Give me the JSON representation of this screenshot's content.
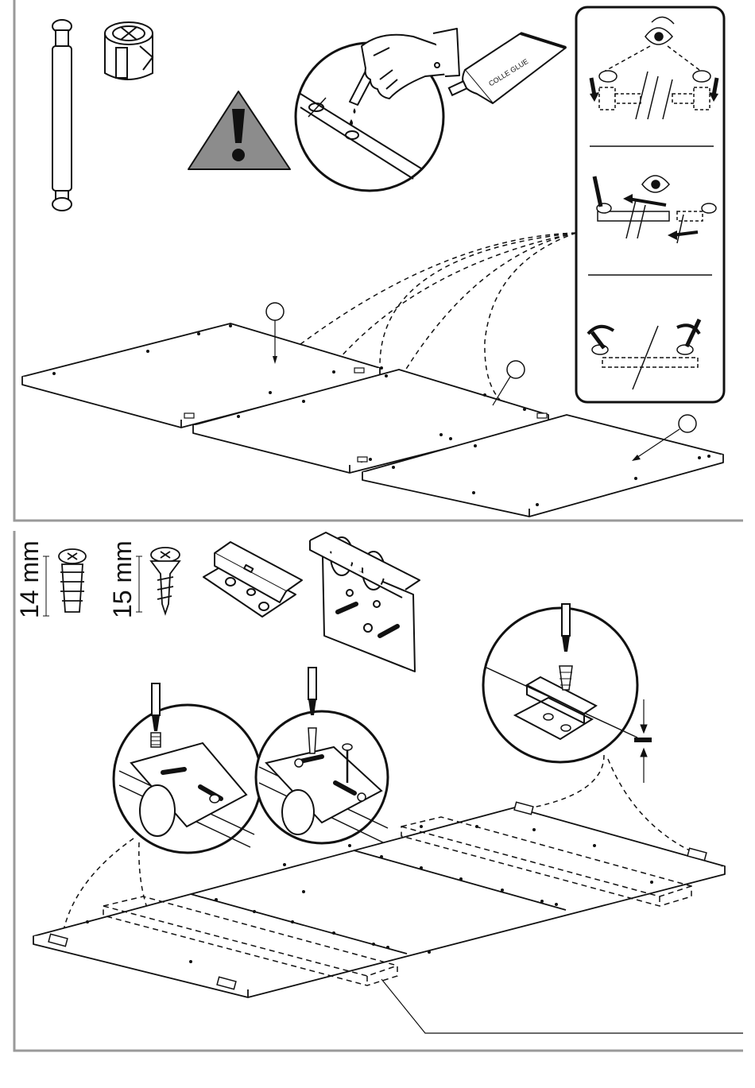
{
  "diagram": {
    "glue_tube_label": "COLLE GLUE",
    "screws": [
      {
        "length": "14 mm",
        "icon": "cam-insert-screw-icon"
      },
      {
        "length": "15 mm",
        "icon": "wood-screw-icon"
      }
    ],
    "panel_markers": [
      "",
      "",
      ""
    ],
    "icons": [
      "warning-triangle-icon",
      "dowel-pin-icon",
      "cam-lock-icon",
      "glue-tube-icon",
      "hand-icon",
      "eye-icon",
      "screwdriver-icon",
      "hinge-bracket-icon",
      "roller-plate-icon"
    ],
    "colors": {
      "line": "#111111",
      "warning_fill": "#8c8c8c",
      "frame": "#9a9a9a"
    }
  }
}
